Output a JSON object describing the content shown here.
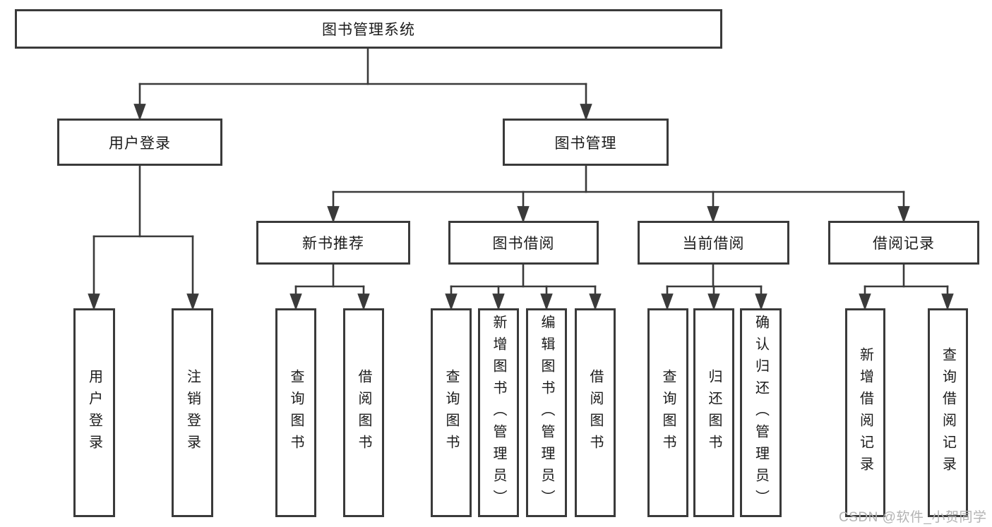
{
  "tree": {
    "label": "图书管理系统",
    "children": [
      {
        "label": "用户登录",
        "children": [
          {
            "label": "用户登录"
          },
          {
            "label": "注销登录"
          }
        ]
      },
      {
        "label": "图书管理",
        "children": [
          {
            "label": "新书推荐",
            "children": [
              {
                "label": "查询图书"
              },
              {
                "label": "借阅图书"
              }
            ]
          },
          {
            "label": "图书借阅",
            "children": [
              {
                "label": "查询图书"
              },
              {
                "label": "新增图书（管理员）"
              },
              {
                "label": "编辑图书（管理员）"
              },
              {
                "label": "借阅图书"
              }
            ]
          },
          {
            "label": "当前借阅",
            "children": [
              {
                "label": "查询图书"
              },
              {
                "label": "归还图书"
              },
              {
                "label": "确认归还（管理员）"
              }
            ]
          },
          {
            "label": "借阅记录",
            "children": [
              {
                "label": "新增借阅记录"
              },
              {
                "label": "查询借阅记录"
              }
            ]
          }
        ]
      }
    ]
  },
  "watermark": "CSDN @软件_小贺同学",
  "colors": {
    "line": "#3a3a3a",
    "text": "#1b1b1b",
    "watermark": "#b3b3b3",
    "background": "#ffffff"
  }
}
